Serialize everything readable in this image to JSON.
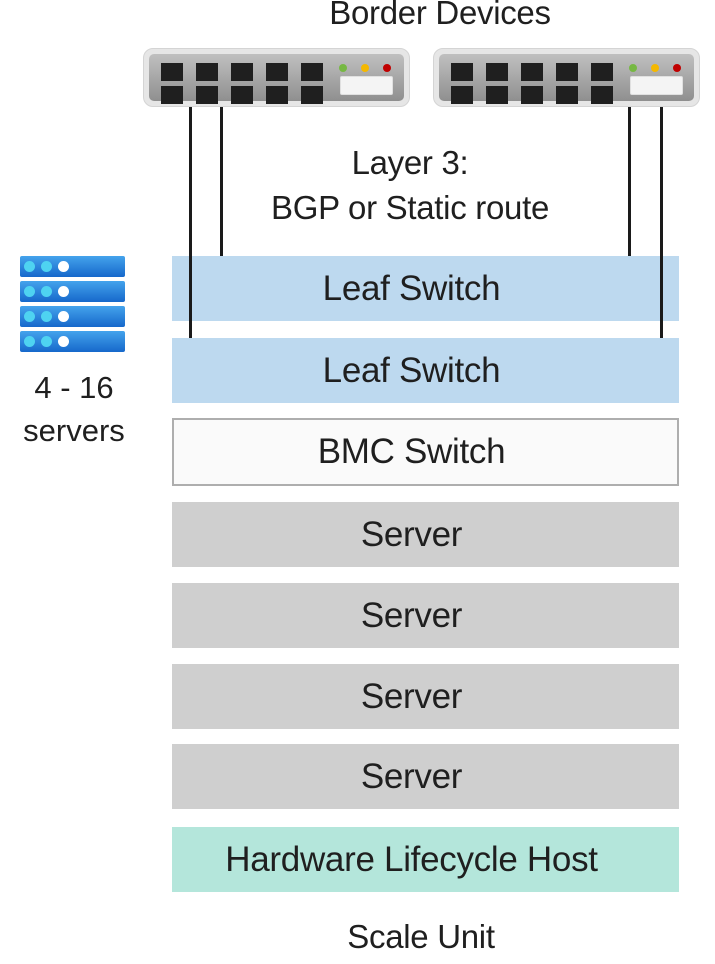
{
  "title": "Border Devices",
  "layer3_annotation": {
    "line1": "Layer 3:",
    "line2": "BGP or Static route"
  },
  "server_stack_caption": {
    "line1": "4 - 16",
    "line2": "servers"
  },
  "footer": "Scale Unit",
  "rows": [
    {
      "label": "Leaf Switch",
      "type": "leaf"
    },
    {
      "label": "Leaf Switch",
      "type": "leaf"
    },
    {
      "label": "BMC Switch",
      "type": "bmc"
    },
    {
      "label": "Server",
      "type": "server"
    },
    {
      "label": "Server",
      "type": "server"
    },
    {
      "label": "Server",
      "type": "server"
    },
    {
      "label": "Server",
      "type": "server"
    },
    {
      "label": "Hardware Lifecycle Host",
      "type": "hlh"
    }
  ],
  "border_switches": {
    "count": 2,
    "port_rows": 2,
    "port_columns": 5,
    "leds": [
      "led_green",
      "led_amber",
      "led_red"
    ]
  },
  "server_stack": {
    "bar_count": 4,
    "dot_colors": [
      "stack_dot_cyan",
      "stack_dot_cyan",
      "stack_dot_white"
    ]
  },
  "colors": {
    "text": "#1f1f1f",
    "connector_line": "#1a1a1a",
    "leaf_fill": "#bdd9ef",
    "server_fill": "#cfcfcf",
    "bmc_fill": "#fafafa",
    "bmc_border": "#aeaeae",
    "hlh_fill": "#b4e6db",
    "switch_body": "#e6e6e6",
    "switch_panel_top": "#c0c0c0",
    "switch_panel_bottom": "#8f8f8f",
    "port": "#1f1f1f",
    "led_green": "#76b843",
    "led_amber": "#f5b800",
    "led_red": "#c00000",
    "switch_label_fill": "#f4f4f4",
    "stack_bar_top": "#44a3ec",
    "stack_bar_bottom": "#1668cb",
    "stack_dot_cyan": "#4ed3f1",
    "stack_dot_white": "#ffffff"
  }
}
